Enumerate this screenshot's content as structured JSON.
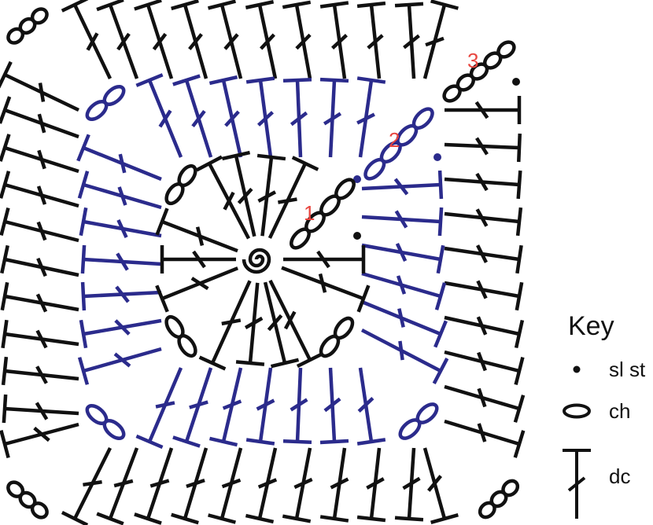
{
  "diagram": {
    "rounds": [
      {
        "label": "1",
        "color": "#111111"
      },
      {
        "label": "2",
        "color": "#2b2b8c"
      },
      {
        "label": "3",
        "color": "#111111"
      }
    ],
    "label_color": "#e8463f"
  },
  "key": {
    "title": "Key",
    "items": [
      {
        "symbol": "sl-st",
        "label": "sl st"
      },
      {
        "symbol": "ch",
        "label": "ch"
      },
      {
        "symbol": "dc",
        "label": "dc"
      }
    ]
  }
}
